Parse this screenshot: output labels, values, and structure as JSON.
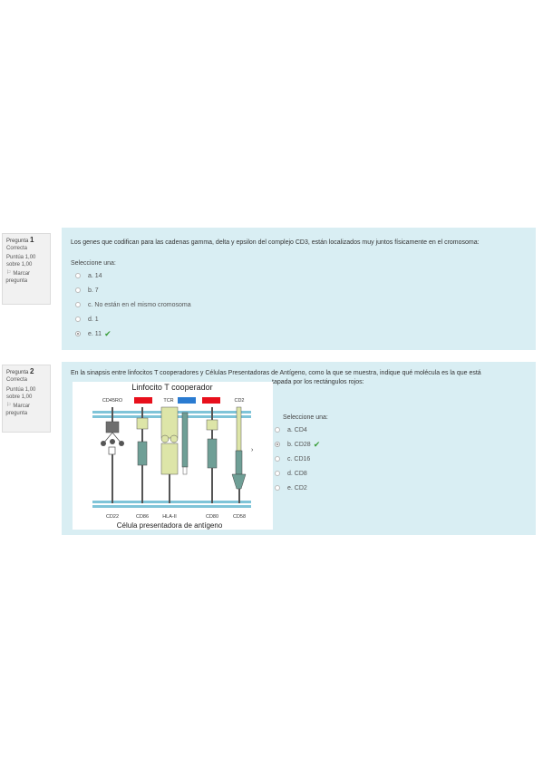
{
  "questions": [
    {
      "info": {
        "prefix": "Pregunta",
        "number": "1",
        "status": "Correcta",
        "score_line1": "Puntúa 1,00",
        "score_line2": "sobre 1,00",
        "flag_label_line1": "Marcar",
        "flag_label_line2": "pregunta"
      },
      "text": "Los genes que codifican para las cadenas gamma, delta y epsilon del complejo CD3, están localizados muy juntos físicamente en el cromosoma:",
      "prompt": "Seleccione una:",
      "answers": [
        {
          "label": "a. 14",
          "checked": false,
          "correct": false
        },
        {
          "label": "b. 7",
          "checked": false,
          "correct": false
        },
        {
          "label": "c. No están en el mismo cromosoma",
          "checked": false,
          "correct": false
        },
        {
          "label": "d. 1",
          "checked": false,
          "correct": false
        },
        {
          "label": "e. 11",
          "checked": true,
          "correct": true
        }
      ]
    },
    {
      "info": {
        "prefix": "Pregunta",
        "number": "2",
        "status": "Correcta",
        "score_line1": "Puntúa 1,00",
        "score_line2": "sobre 1,00",
        "flag_label_line1": "Marcar",
        "flag_label_line2": "pregunta"
      },
      "text_line1": "En la sinapsis entre linfocitos T cooperadores y Células Presentadoras de Antígeno, como la que se muestra, indique qué molécula es la que está",
      "text_line2": "tapada por los rectángulos rojos:",
      "prompt": "Seleccione una:",
      "answers": [
        {
          "label": "a. CD4",
          "checked": false,
          "correct": false
        },
        {
          "label": "b. CD28",
          "checked": true,
          "correct": true
        },
        {
          "label": "c. CD16",
          "checked": false,
          "correct": false
        },
        {
          "label": "d. CD8",
          "checked": false,
          "correct": false
        },
        {
          "label": "e. CD2",
          "checked": false,
          "correct": false
        }
      ],
      "diagram": {
        "title": "Linfocito T cooperador",
        "bottom_label": "Célula presentadora de antígeno",
        "top_labels": [
          "CD45RO",
          "TCR",
          "CD2"
        ],
        "bottom_labels": [
          "CD22",
          "CD86",
          "HLA-II",
          "CD80",
          "CD58"
        ],
        "colors": {
          "membrane": "#7fc4d8",
          "red_box": "#e8101c",
          "blue_box": "#2a7bd1",
          "yellow_green": "#dde5a8",
          "teal": "#6f9f96",
          "grey": "#6e6e6e"
        }
      }
    }
  ],
  "colors": {
    "content_bg": "#d9eef3",
    "info_bg": "#f1f1f1",
    "correct": "#3a9e3a"
  }
}
